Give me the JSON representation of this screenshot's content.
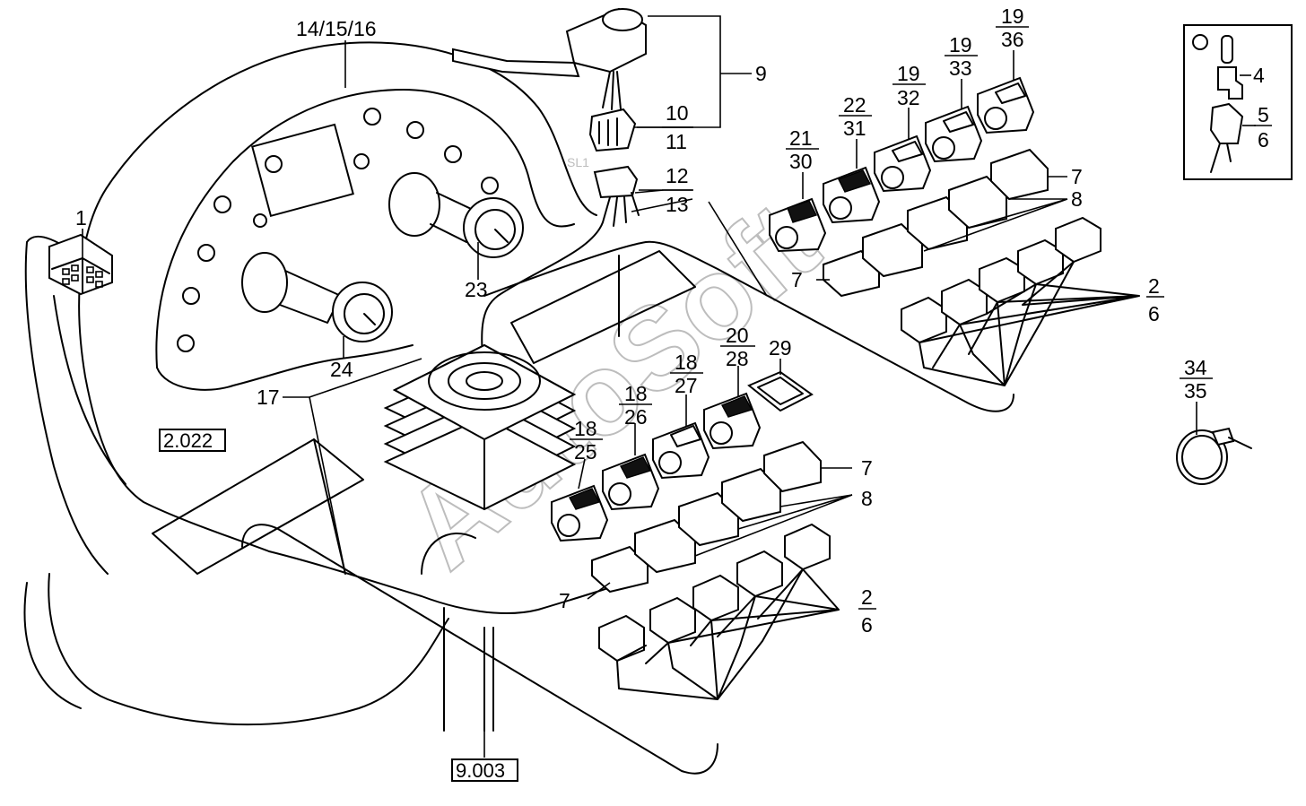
{
  "watermarks": {
    "main": "AutoSoft",
    "small_tag": "SL1"
  },
  "references": {
    "left_ref": "2.022",
    "bottom_ref": "9.003"
  },
  "callouts": {
    "c1": "1",
    "c14_15_16": "14/15/16",
    "c9": "9",
    "c10": "10",
    "c11": "11",
    "c12": "12",
    "c13": "13",
    "c17": "17",
    "c23": "23",
    "c24": "24",
    "c21": "21",
    "c30": "30",
    "c22": "22",
    "c31": "31",
    "c19a": "19",
    "c32": "32",
    "c19b": "19",
    "c33": "33",
    "c19c": "19",
    "c36": "36",
    "c7_upper_a": "7",
    "c8_upper": "8",
    "c7_upper_b": "7",
    "c2_upper": "2",
    "c6_upper": "6",
    "c4": "4",
    "c5": "5",
    "c6_inset": "6",
    "c34": "34",
    "c35": "35",
    "c20": "20",
    "c28": "28",
    "c29": "29",
    "c18a": "18",
    "c27": "27",
    "c18b": "18",
    "c26": "26",
    "c18c": "18",
    "c25": "25",
    "c7_lower_a": "7",
    "c8_lower": "8",
    "c7_lower_b": "7",
    "c2_lower": "2",
    "c6_lower": "6"
  }
}
